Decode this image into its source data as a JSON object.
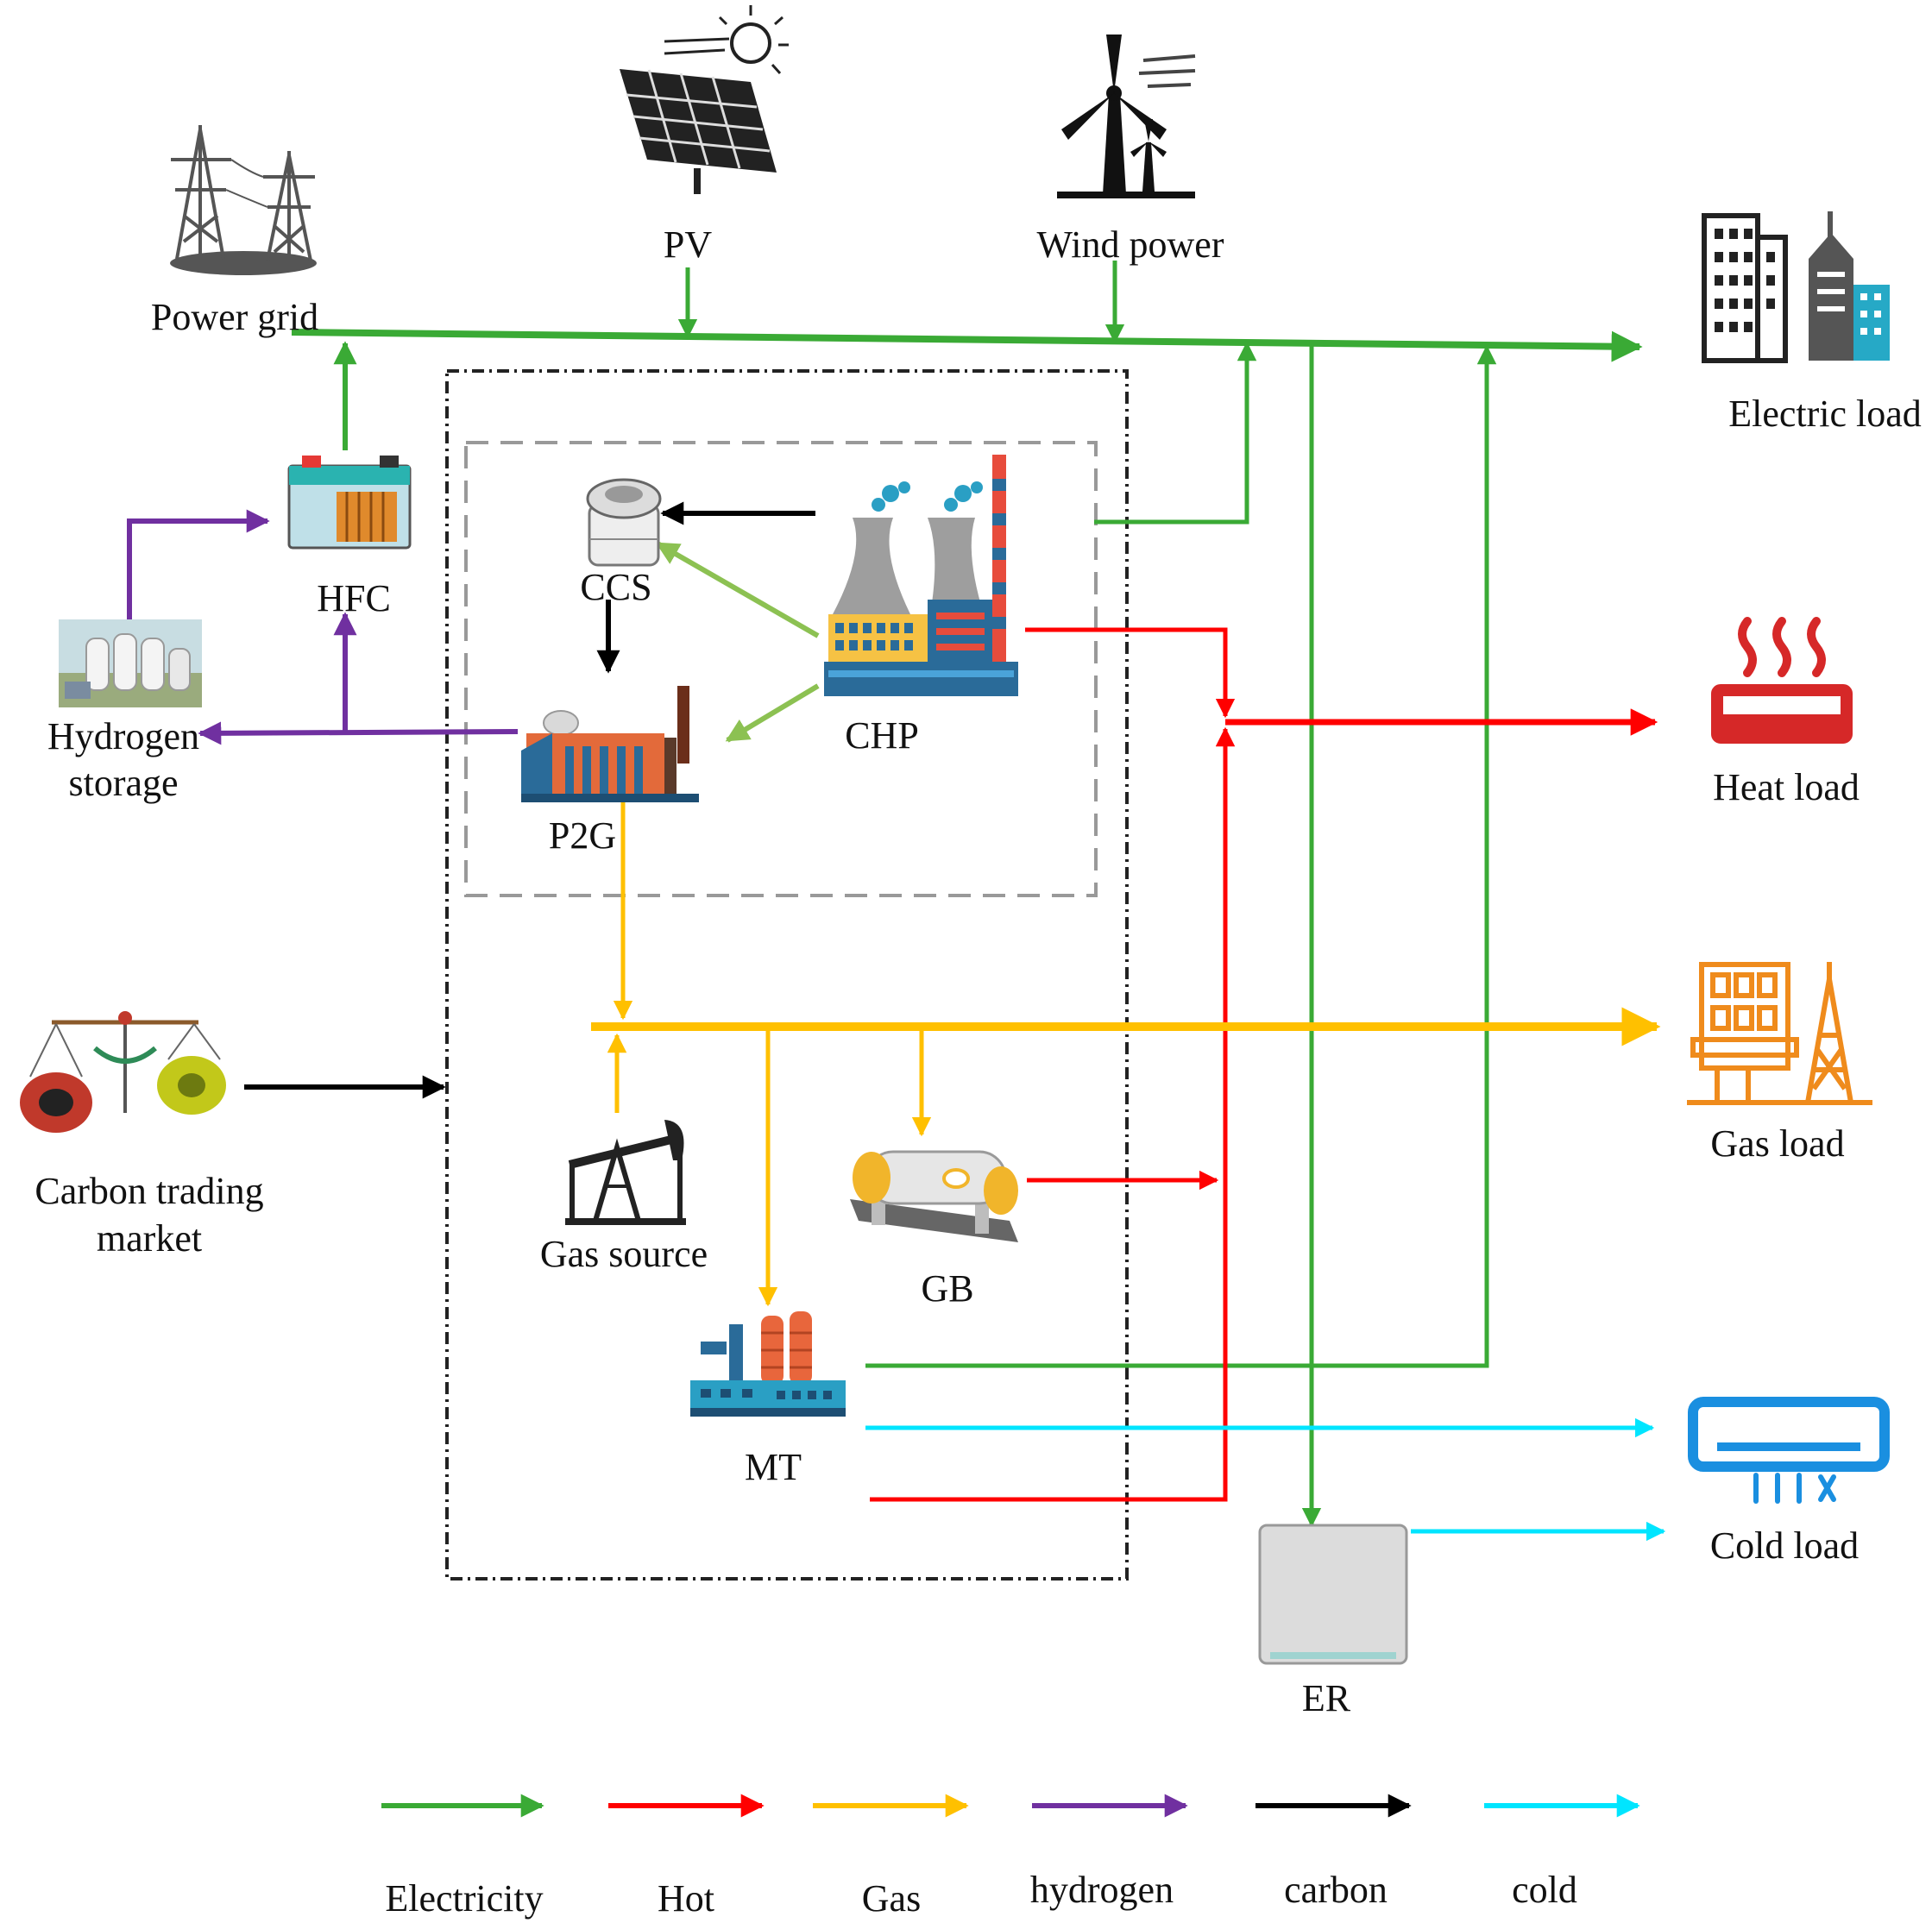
{
  "nodes": {
    "power_grid": "Power grid",
    "pv": "PV",
    "wind_power": "Wind power",
    "electric_load": "Electric load",
    "hfc": "HFC",
    "ccs": "CCS",
    "chp": "CHP",
    "hydrogen_storage_line1": "Hydrogen",
    "hydrogen_storage_line2": "storage",
    "p2g": "P2G",
    "heat_load": "Heat load",
    "carbon_market_line1": "Carbon trading",
    "carbon_market_line2": "market",
    "gas_source": "Gas source",
    "gb": "GB",
    "gas_load": "Gas load",
    "mt": "MT",
    "cold_load": "Cold load",
    "er": "ER"
  },
  "legend": [
    {
      "label": "Electricity",
      "color": "#3aaa35"
    },
    {
      "label": "Hot",
      "color": "#ff0000"
    },
    {
      "label": "Gas",
      "color": "#ffc000"
    },
    {
      "label": "hydrogen",
      "color": "#7030a0"
    },
    {
      "label": "carbon",
      "color": "#000000"
    },
    {
      "label": "cold",
      "color": "#00e5ff"
    }
  ],
  "colors": {
    "electricity": "#3aaa35",
    "heat": "#ff0000",
    "gas": "#ffc000",
    "hydrogen": "#7030a0",
    "carbon": "#000000",
    "cold": "#00e5ff",
    "carbon_to_p2g": "#8cc152"
  },
  "icons": {
    "power_grid": "transmission-tower-icon",
    "pv": "solar-panel-icon",
    "wind_power": "wind-turbine-icon",
    "electric_load": "city-buildings-icon",
    "hfc": "battery-icon",
    "ccs": "compressor-icon",
    "chp": "power-plant-icon",
    "hydrogen_storage": "storage-tanks-icon",
    "p2g": "factory-icon",
    "heat_load": "radiator-icon",
    "carbon_market": "scales-icon",
    "gas_source": "oil-pump-icon",
    "gb": "gas-tank-icon",
    "gas_load": "gas-facility-icon",
    "mt": "refinery-icon",
    "cold_load": "air-conditioner-icon",
    "er": "chiller-icon"
  }
}
